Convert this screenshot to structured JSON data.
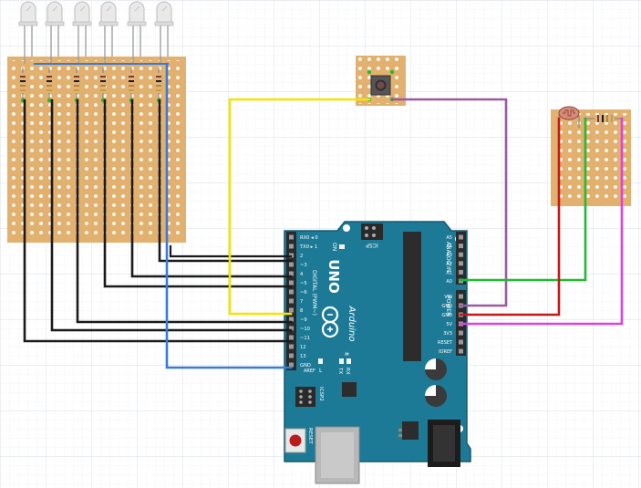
{
  "colors": {
    "background": "#ffffff",
    "grid": "#dde3ea",
    "perfboard": "#e3b16f",
    "perfboard_hole": "#ffffff",
    "arduino_board": "#1d7a96",
    "arduino_dark": "#17637a",
    "header": "#2a2a2a",
    "wire_black": "#1a1a1a",
    "wire_blue": "#3a7bd5",
    "wire_yellow": "#f3e600",
    "wire_purple": "#9a5aa0",
    "wire_green": "#22bb33",
    "wire_red": "#c41818",
    "wire_magenta": "#e040e0",
    "led": "#e9e9e9",
    "reset_button": "#b81c1c",
    "ldr": "#d88a7a",
    "usb": "#b8b8b8"
  },
  "components": {
    "leds": [
      "led-1",
      "led-2",
      "led-3",
      "led-4",
      "led-5",
      "led-6"
    ],
    "ldr": "photoresistor-icon",
    "pushbutton": "tactile-button-icon"
  },
  "arduino": {
    "logo": "UNO",
    "brand": "Arduino",
    "registered": "®",
    "digital_label": "DIGITAL (PWM~)",
    "analog_label": "ANALOG IN",
    "power_label": "POWER",
    "icsp_top": "ICSP",
    "icsp_bottom": "ICSP2",
    "reset_label": "RESET",
    "on_label": "ON",
    "l_label": "L",
    "tx_label": "TX",
    "rx_label": "RX",
    "aref_label": "AREF",
    "digital_pins": [
      "RX0 ◂ 0",
      "TX0 ▸ 1",
      "2",
      "~3",
      "4",
      "~5",
      "~6",
      "7",
      "8",
      "~9",
      "~10",
      "~11",
      "12",
      "13",
      "GND"
    ],
    "analog_pins": [
      "A5",
      "A4",
      "A3",
      "A2",
      "A1",
      "A0"
    ],
    "power_pins": [
      "VIN",
      "GND",
      "GND",
      "5V",
      "3V3",
      "RESET",
      "IOREF"
    ]
  }
}
